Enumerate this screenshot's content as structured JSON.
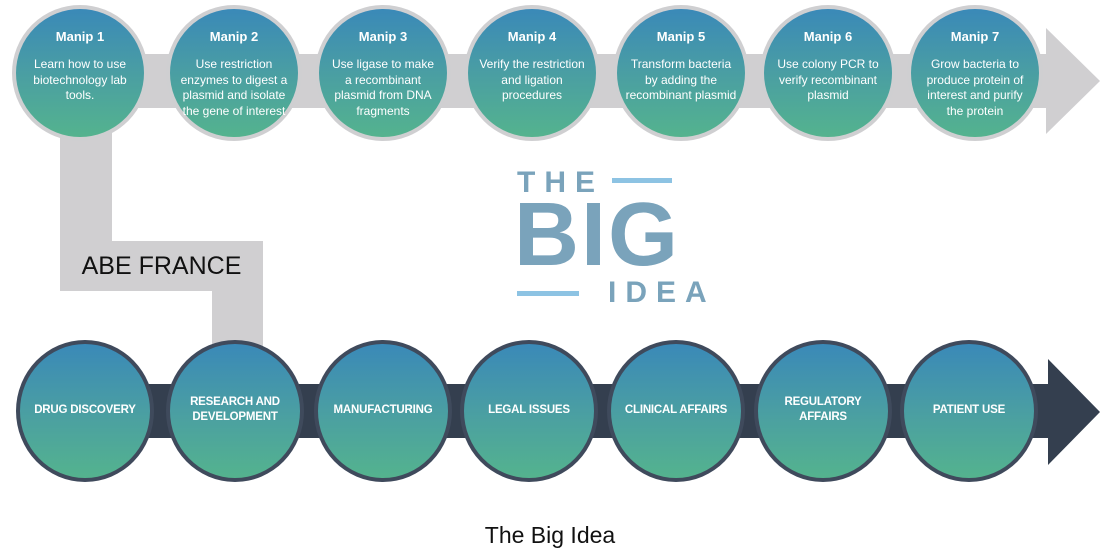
{
  "top_row": {
    "arrow_color": "#d0cfd1",
    "steps": [
      {
        "title": "Manip 1",
        "text": "Learn how to use biotechnology lab tools."
      },
      {
        "title": "Manip 2",
        "text": "Use restriction enzymes to digest a plasmid and isolate the gene of interest"
      },
      {
        "title": "Manip 3",
        "text": "Use ligase to make a recombinant plasmid from DNA fragments"
      },
      {
        "title": "Manip 4",
        "text": "Verify the restriction and ligation procedures"
      },
      {
        "title": "Manip 5",
        "text": "Transform bacteria by adding the recombinant plasmid"
      },
      {
        "title": "Manip 6",
        "text": "Use colony PCR to verify recombinant plasmid"
      },
      {
        "title": "Manip 7",
        "text": "Grow bacteria to produce protein of interest and purify the protein"
      }
    ]
  },
  "connector": {
    "label": "ABE FRANCE"
  },
  "logo": {
    "line1": "THE",
    "line2": "BIG",
    "line3": "IDEA",
    "color": "#7aa3bb",
    "accent": "#8dc3e3"
  },
  "bottom_row": {
    "arrow_color": "#343f4f",
    "stages": [
      {
        "label": "DRUG DISCOVERY"
      },
      {
        "label": "RESEARCH AND DEVELOPMENT"
      },
      {
        "label": "MANUFACTURING"
      },
      {
        "label": "LEGAL ISSUES"
      },
      {
        "label": "CLINICAL AFFAIRS"
      },
      {
        "label": "REGULATORY AFFAIRS"
      },
      {
        "label": "PATIENT USE"
      }
    ]
  },
  "caption": "The Big Idea"
}
